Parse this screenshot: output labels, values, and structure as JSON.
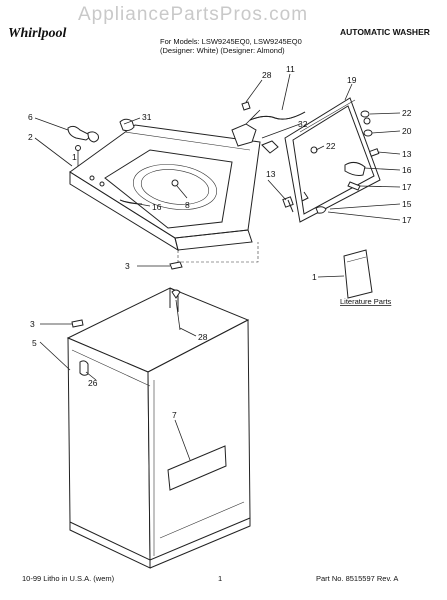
{
  "header": {
    "brand": "Whirlpool",
    "watermark": "AppliancePartsPros.com",
    "title_right": "AUTOMATIC WASHER",
    "models_line": "For Models: LSW9245EQ0, LSW9245EQ0",
    "designer_line": "(Designer: White) (Designer: Almond)"
  },
  "callouts": [
    {
      "id": "c28a",
      "label": "28"
    },
    {
      "id": "c11",
      "label": "11"
    },
    {
      "id": "c19",
      "label": "19"
    },
    {
      "id": "c6",
      "label": "6"
    },
    {
      "id": "c31",
      "label": "31"
    },
    {
      "id": "c22a",
      "label": "22"
    },
    {
      "id": "c2",
      "label": "2"
    },
    {
      "id": "c32",
      "label": "32"
    },
    {
      "id": "c20",
      "label": "20"
    },
    {
      "id": "c22b",
      "label": "22"
    },
    {
      "id": "c13a",
      "label": "13"
    },
    {
      "id": "c1a",
      "label": "1"
    },
    {
      "id": "c16a",
      "label": "16"
    },
    {
      "id": "c17a",
      "label": "17"
    },
    {
      "id": "c8",
      "label": "8"
    },
    {
      "id": "c16b",
      "label": "16"
    },
    {
      "id": "c13b",
      "label": "13"
    },
    {
      "id": "c15",
      "label": "15"
    },
    {
      "id": "c17b",
      "label": "17"
    },
    {
      "id": "c3a",
      "label": "3"
    },
    {
      "id": "c1b",
      "label": "1"
    },
    {
      "id": "c3b",
      "label": "3"
    },
    {
      "id": "c28b",
      "label": "28"
    },
    {
      "id": "c5",
      "label": "5"
    },
    {
      "id": "c26",
      "label": "26"
    },
    {
      "id": "c7",
      "label": "7"
    }
  ],
  "literature": {
    "label": "Literature Parts"
  },
  "footer": {
    "left": "10-99 Litho in U.S.A. (wem)",
    "center": "1",
    "right": "Part No. 8515597 Rev. A"
  }
}
